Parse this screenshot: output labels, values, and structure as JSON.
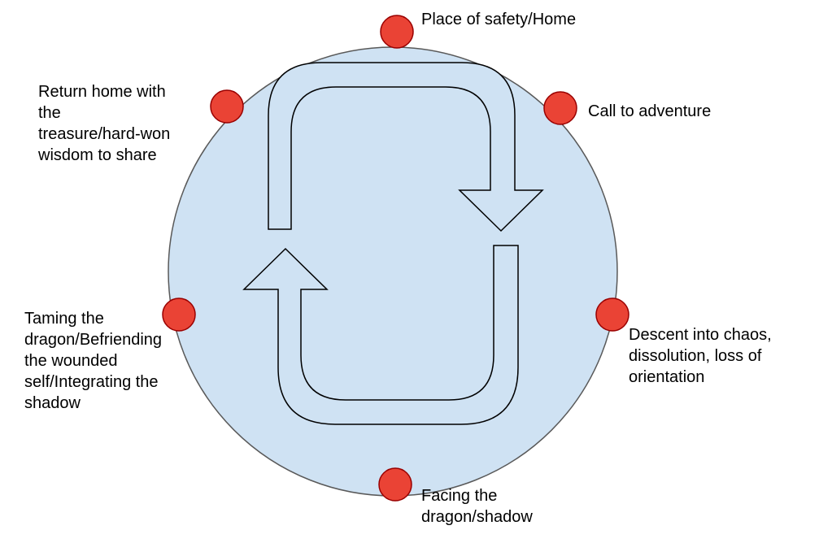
{
  "diagram": {
    "circle_fill": "#cfe2f3",
    "circle_stroke": "#595959",
    "node_fill": "#ea4335",
    "node_stroke": "#990000",
    "arrow_fill": "#cfe2f3",
    "arrow_stroke": "#000000",
    "stages": [
      {
        "id": "home",
        "label": "Place of safety/Home"
      },
      {
        "id": "call",
        "label": "Call to adventure"
      },
      {
        "id": "descent",
        "label": "Descent into chaos,\ndissolution, loss of\norientation"
      },
      {
        "id": "facing",
        "label": "Facing the\ndragon/shadow"
      },
      {
        "id": "taming",
        "label": "Taming the\ndragon/Befriending\nthe wounded\nself/Integrating the\nshadow"
      },
      {
        "id": "return",
        "label": "Return home with\nthe\ntreasure/hard-won\nwisdom to share"
      }
    ]
  }
}
